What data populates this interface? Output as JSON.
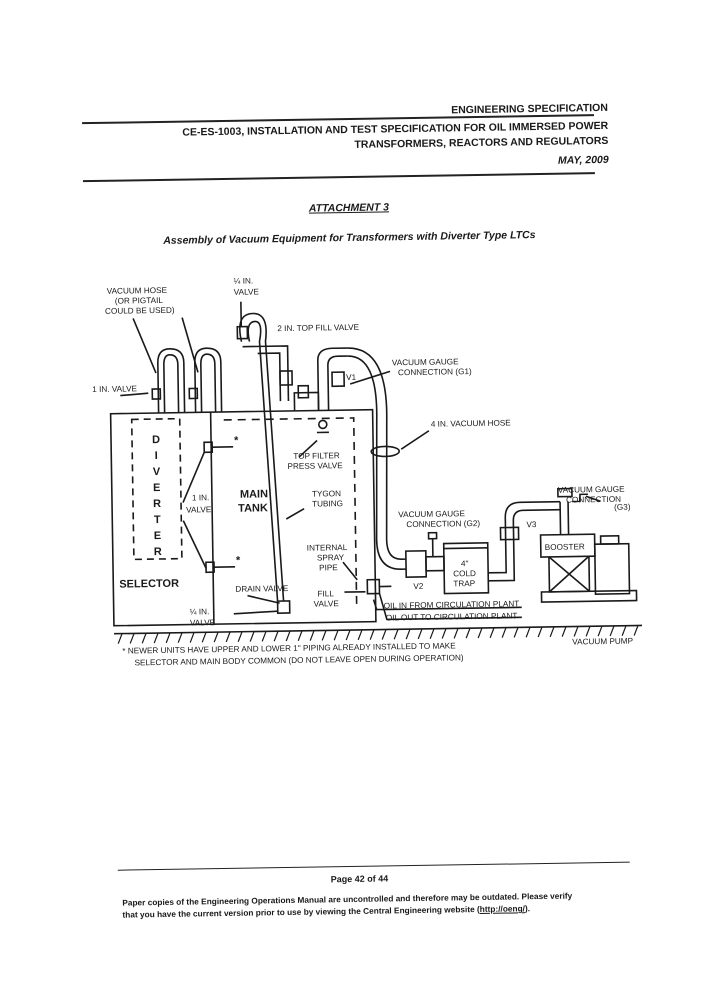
{
  "header": {
    "title": "ENGINEERING SPECIFICATION",
    "doc_line1": "CE-ES-1003, INSTALLATION AND TEST  SPECIFICATION FOR OIL IMMERSED POWER",
    "doc_line2": "TRANSFORMERS, REACTORS AND REGULATORS",
    "date": "MAY, 2009"
  },
  "attachment": "ATTACHMENT 3",
  "subtitle": "Assembly of Vacuum Equipment for Transformers with Diverter Type LTCs",
  "diagram": {
    "vacuum_hose_1": "VACUUM HOSE",
    "vacuum_hose_2": "(OR PIGTAIL",
    "vacuum_hose_3": "COULD BE USED)",
    "quarter_valve_top_1": "¼ IN.",
    "quarter_valve_top_2": "VALVE",
    "top_fill_valve": "2 IN. TOP FILL VALVE",
    "v1": "V1",
    "gauge_g1_1": "VACUUM GAUGE",
    "gauge_g1_2": "CONNECTION (G1)",
    "one_in_valve_left": "1 IN. VALVE",
    "four_in_hose": "4 IN. VACUUM HOSE",
    "diverter_letters": [
      "D",
      "I",
      "V",
      "E",
      "R",
      "T",
      "E",
      "R"
    ],
    "top_filter_1": "TOP FILTER",
    "top_filter_2": "PRESS VALVE",
    "one_in_valve_mid_1": "1 IN.",
    "one_in_valve_mid_2": "VALVE",
    "main_tank_1": "MAIN",
    "main_tank_2": "TANK",
    "tygon_1": "TYGON",
    "tygon_2": "TUBING",
    "gauge_g2_1": "VACUUM GAUGE",
    "gauge_g2_2": "CONNECTION (G2)",
    "gauge_g3_1": "VACUUM GAUGE",
    "gauge_g3_2": "CONNECTION",
    "gauge_g3_3": "(G3)",
    "v3": "V3",
    "booster": "BOOSTER",
    "internal_spray_1": "INTERNAL",
    "internal_spray_2": "SPRAY",
    "internal_spray_3": "PIPE",
    "cold_trap_1": "4\"",
    "cold_trap_2": "COLD",
    "cold_trap_3": "TRAP",
    "v2": "V2",
    "selector": "SELECTOR",
    "drain_valve": "DRAIN VALVE",
    "fill_valve_1": "FILL",
    "fill_valve_2": "VALVE",
    "oil_in": "OIL IN FROM CIRCULATION PLANT",
    "oil_out": "OIL OUT TO CIRCULATION PLANT",
    "quarter_valve_bot_1": "¼ IN.",
    "quarter_valve_bot_2": "VALVE",
    "vacuum_pump": "VACUUM PUMP",
    "asterisk": "*",
    "note_1": "* NEWER UNITS HAVE UPPER AND LOWER 1\" PIPING ALREADY INSTALLED TO MAKE",
    "note_2": "SELECTOR AND MAIN BODY COMMON (DO NOT LEAVE OPEN DURING OPERATION)"
  },
  "footer": {
    "page": "Page 42 of 44",
    "line1": "Paper copies of the Engineering Operations Manual are uncontrolled and therefore may be outdated.  Please verify",
    "line2": "that you have the current version prior to use by viewing the Central Engineering website (",
    "link": "http://oeng/",
    "line2_end": ")."
  }
}
